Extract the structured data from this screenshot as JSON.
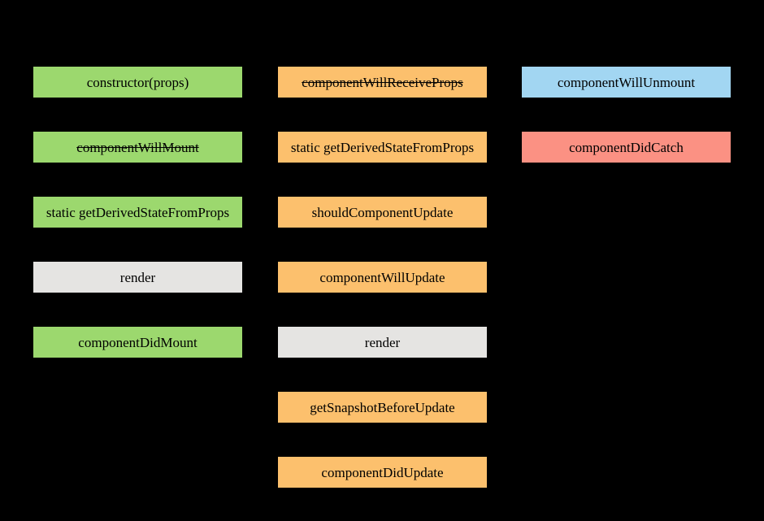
{
  "colors": {
    "background": "#000000",
    "mounting_green": "#9CD86E",
    "updating_orange": "#FCC06D",
    "unmounting_blue": "#A2D6F2",
    "error_red": "#FB9183",
    "render_gray": "#E5E4E2",
    "box_text": "#000000"
  },
  "columns": [
    {
      "boxes": [
        {
          "label": "constructor(props)",
          "color": "mounting_green",
          "strikethrough": false
        },
        {
          "label": "componentWillMount",
          "color": "mounting_green",
          "strikethrough": true
        },
        {
          "label": "static getDerivedStateFromProps",
          "color": "mounting_green",
          "strikethrough": false
        },
        {
          "label": "render",
          "color": "render_gray",
          "strikethrough": false
        },
        {
          "label": "componentDidMount",
          "color": "mounting_green",
          "strikethrough": false
        }
      ]
    },
    {
      "boxes": [
        {
          "label": "componentWillReceiveProps",
          "color": "updating_orange",
          "strikethrough": true
        },
        {
          "label": "static getDerivedStateFromProps",
          "color": "updating_orange",
          "strikethrough": false
        },
        {
          "label": "shouldComponentUpdate",
          "color": "updating_orange",
          "strikethrough": false
        },
        {
          "label": "componentWillUpdate",
          "color": "updating_orange",
          "strikethrough": false
        },
        {
          "label": "render",
          "color": "render_gray",
          "strikethrough": false
        },
        {
          "label": "getSnapshotBeforeUpdate",
          "color": "updating_orange",
          "strikethrough": false
        },
        {
          "label": "componentDidUpdate",
          "color": "updating_orange",
          "strikethrough": false
        }
      ]
    },
    {
      "boxes": [
        {
          "label": "componentWillUnmount",
          "color": "unmounting_blue",
          "strikethrough": false
        },
        {
          "label": "componentDidCatch",
          "color": "error_red",
          "strikethrough": false
        }
      ]
    }
  ]
}
